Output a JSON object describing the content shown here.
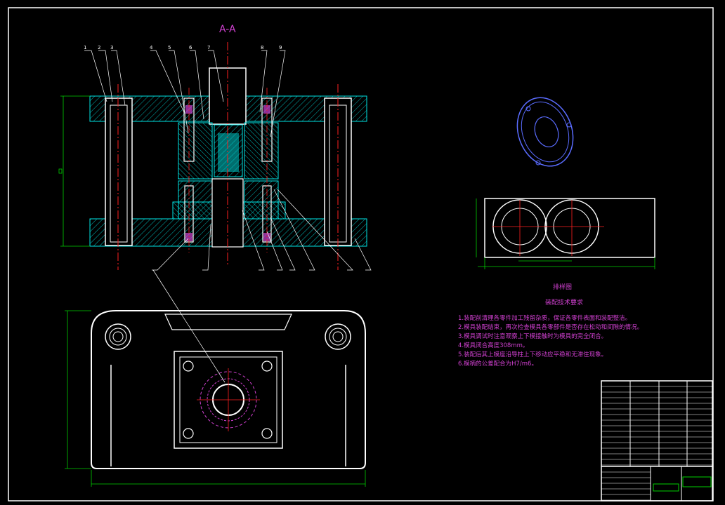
{
  "drawing": {
    "section_label": "A-A",
    "layout_title": "排样图",
    "tech_req_title": "装配技术要求",
    "tech_notes": [
      "1.装配前清理各零件加工残留杂质，保证各零件表面和装配整洁。",
      "2.模具装配结束，再次检查模具各零部件是否存在松动和间隙的情况。",
      "3.模具调试时注意观察上下模接触时为模具的完全闭合。",
      "4.模具闭合高度308mm。",
      "5.装配后其上模座沿导柱上下移动应平稳和无滞住现象。",
      "6.模柄的公差配合为H7/m6。"
    ]
  },
  "colors": {
    "background": "#000000",
    "outline": "#ffffff",
    "hatch": "#00e5e5",
    "centerline": "#ff2020",
    "dimension": "#00d000",
    "annotation": "#d040d0",
    "part_blue": "#5a6cff"
  }
}
